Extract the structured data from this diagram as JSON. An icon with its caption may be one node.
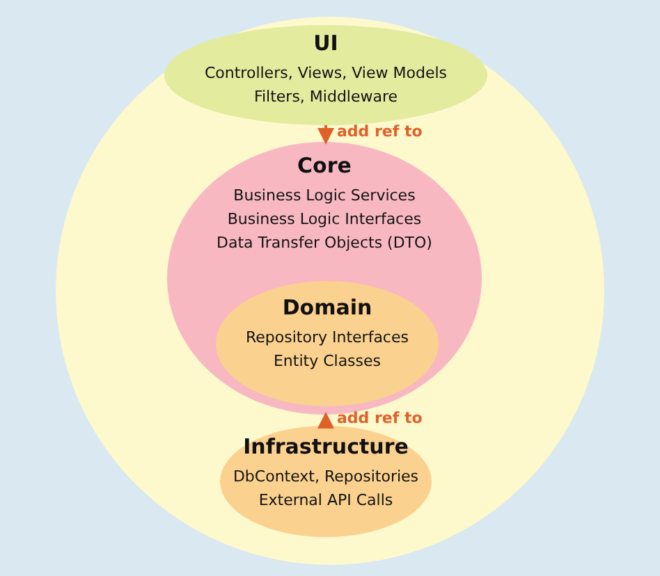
{
  "diagram": {
    "nodes": [
      {
        "text": [],
        "shape": "circle"
      },
      {
        "text": [
          "UI",
          "Controllers, Views, View Models",
          "Filters, Middleware"
        ],
        "in": 0
      },
      {
        "text": [
          "Core",
          "Business Logic Services",
          "Business Logic Interfaces",
          "Data Transfer Objects (DTO)"
        ],
        "in": 0
      },
      {
        "text": [
          "Domain",
          "Repository Interfaces",
          "Entity Classes"
        ],
        "in": 2
      },
      {
        "text": [
          "Infrastructure",
          "DbContext,  Repositories",
          "External API Calls"
        ],
        "in": 0
      }
    ],
    "edges": [
      {
        "from": 1,
        "to": 2,
        "arrow": "to",
        "label": "add ref to",
        "color": "#e0602a"
      },
      {
        "from": 4,
        "to": 2,
        "arrow": "to",
        "label": "add ref to",
        "color": "#e0602a"
      }
    ]
  }
}
